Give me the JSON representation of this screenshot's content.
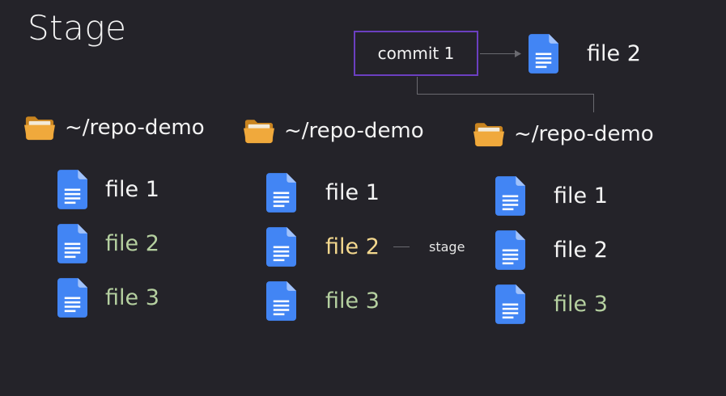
{
  "title": "Stage",
  "commit": {
    "label": "commit 1",
    "file_label": "file 2"
  },
  "stage_label": "stage",
  "repos": [
    {
      "name": "~/repo-demo",
      "files": [
        {
          "label": "file 1",
          "status": "committed"
        },
        {
          "label": "file 2",
          "status": "unchanged"
        },
        {
          "label": "file 3",
          "status": "unchanged"
        }
      ]
    },
    {
      "name": "~/repo-demo",
      "files": [
        {
          "label": "file 1",
          "status": "committed"
        },
        {
          "label": "file 2",
          "status": "modified"
        },
        {
          "label": "file 3",
          "status": "unchanged"
        }
      ]
    },
    {
      "name": "~/repo-demo",
      "files": [
        {
          "label": "file 1",
          "status": "committed"
        },
        {
          "label": "file 2",
          "status": "committed"
        },
        {
          "label": "file 3",
          "status": "unchanged"
        }
      ]
    }
  ],
  "colors": {
    "background": "#242329",
    "commit_border": "#6b3fc0",
    "committed_text": "#f4f4f4",
    "unchanged_text": "#b5d0a0",
    "modified_text": "#f4d88e",
    "doc_icon": "#4285f4",
    "folder_icon": "#e8a23a"
  }
}
